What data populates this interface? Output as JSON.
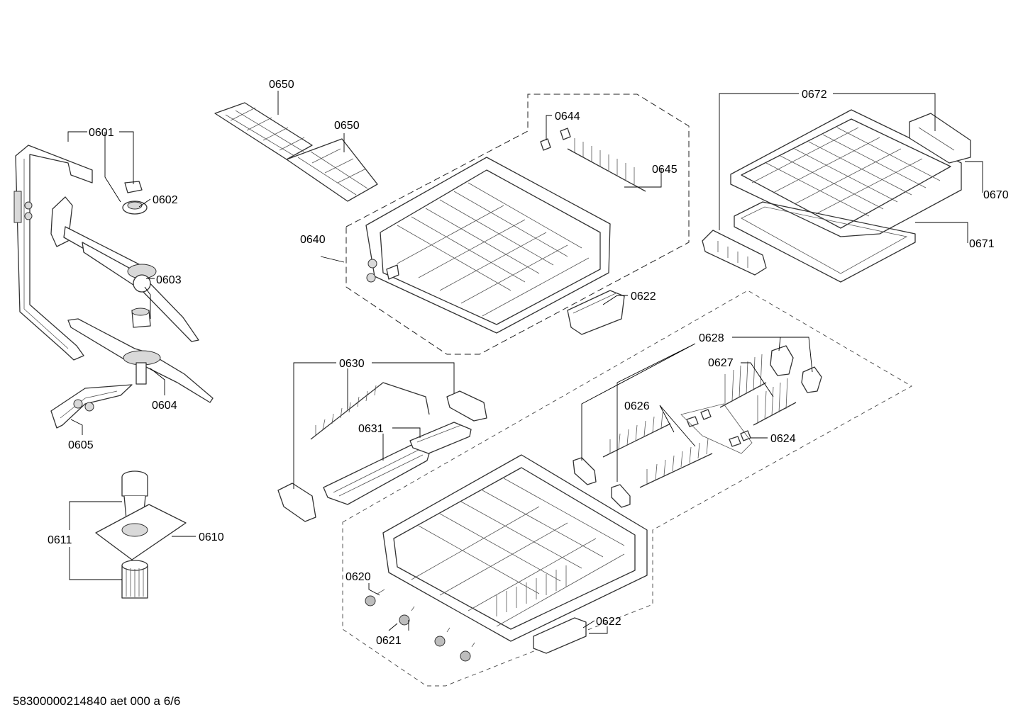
{
  "footer": "58300000214840 aet 000 a 6/6",
  "parts": {
    "p0601": "0601",
    "p0602": "0602",
    "p0603": "0603",
    "p0604": "0604",
    "p0605": "0605",
    "p0610": "0610",
    "p0611": "0611",
    "p0620": "0620",
    "p0621": "0621",
    "p0622a": "0622",
    "p0622b": "0622",
    "p0624": "0624",
    "p0626": "0626",
    "p0627": "0627",
    "p0628": "0628",
    "p0630": "0630",
    "p0631": "0631",
    "p0640": "0640",
    "p0644": "0644",
    "p0645": "0645",
    "p0650a": "0650",
    "p0650b": "0650",
    "p0670": "0670",
    "p0671": "0671",
    "p0672": "0672"
  }
}
